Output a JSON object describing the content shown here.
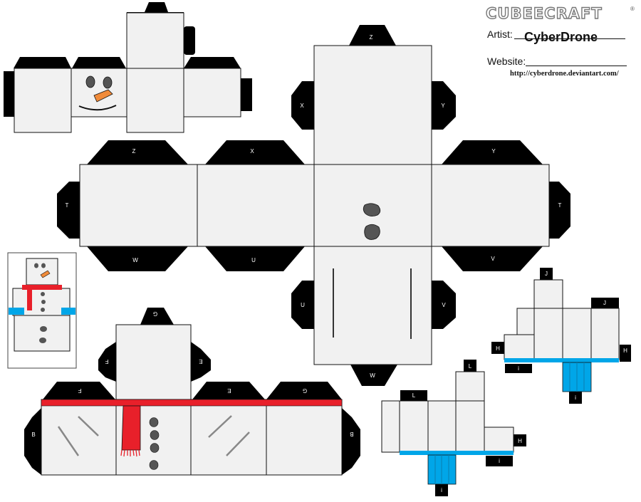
{
  "brand": {
    "logo_text": "CUBEECRAFT",
    "trademark": "®"
  },
  "credits": {
    "artist_label": "Artist:",
    "artist_name": "CyberDrone",
    "website_label": "Website:",
    "website_url": "http://cyberdrone.deviantart.com/"
  },
  "tab_labels": {
    "z": "Z",
    "x": "X",
    "y": "Y",
    "t": "T",
    "w": "W",
    "u": "U",
    "v": "V",
    "g": "G",
    "f": "F",
    "e": "E",
    "b": "B",
    "j": "J",
    "h": "H",
    "i": "i",
    "l": "L"
  },
  "colors": {
    "panel_fill": "#f1f1f1",
    "tab_fill": "#000000",
    "scarf_red": "#e8202a",
    "accent_blue": "#00a6e8",
    "carrot_orange": "#f08b3a",
    "coal_gray": "#555555"
  }
}
